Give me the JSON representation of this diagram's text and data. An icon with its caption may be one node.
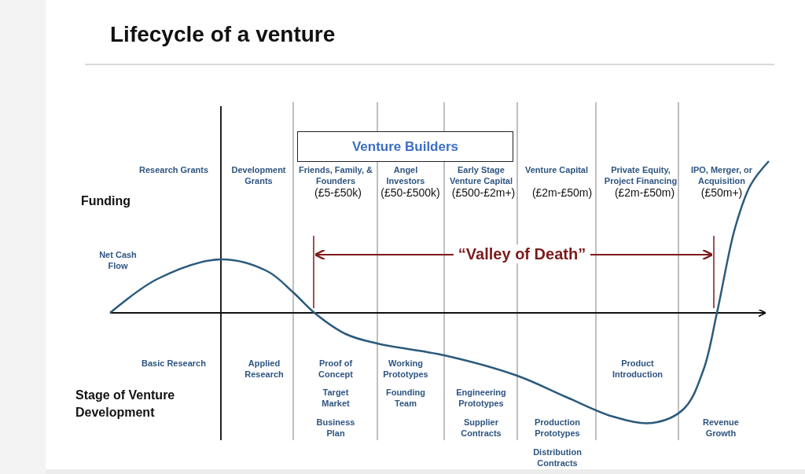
{
  "diagram": {
    "title": "Lifecycle of a venture",
    "nodes": [
      {
        "text": [
          "Venture Builders"
        ]
      }
    ],
    "labels": [
      "Research Grants",
      "Development Grants",
      "Friends, Family, & Founders",
      "Angel Investors",
      "Early Stage Venture Capital",
      "Venture Capital",
      "Private Equity, Project Financing",
      "IPO, Merger, or Acquisition",
      "Funding",
      "(£5-£50k)",
      "(£50-£500k)",
      "(£500-£2m+)",
      "(£2m-£50m)",
      "(£2m-£50m)",
      "(£50m+)",
      "Net Cash Flow",
      "“Valley of Death”",
      "Basic Research",
      "Applied Research",
      "Proof of Concept",
      "Working Prototypes",
      "Product Introduction",
      "Stage of Venture Development",
      "Target Market",
      "Founding Team",
      "Engineering Prototypes",
      "Business Plan",
      "Supplier Contracts",
      "Production Prototypes",
      "Revenue Growth",
      "Distribution Contracts"
    ]
  }
}
